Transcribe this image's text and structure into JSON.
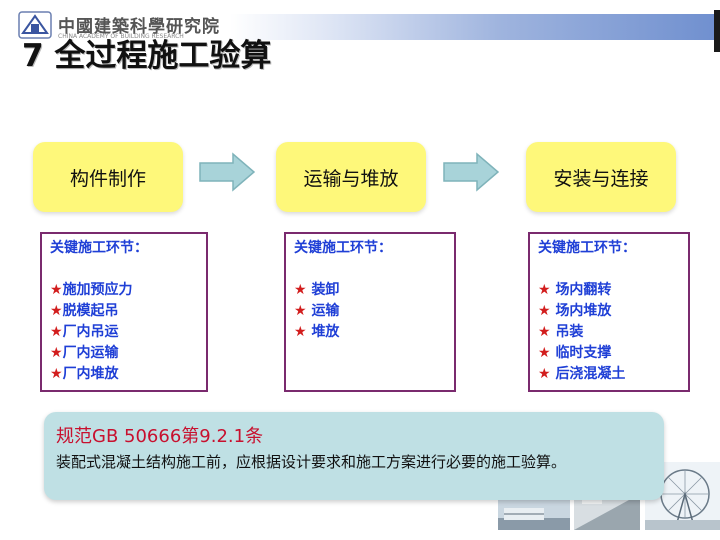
{
  "header": {
    "org_name": "中國建築科學研究院",
    "org_subtitle": "CHINA ACADEMY OF BUILDING RESEARCH"
  },
  "title": "7 全过程施工验算",
  "stages": [
    {
      "label": "构件制作",
      "detail_header": "关键施工环节：",
      "items": [
        "施加预应力",
        "脱模起吊",
        "厂内吊运",
        "厂内运输",
        "厂内堆放"
      ]
    },
    {
      "label": "运输与堆放",
      "detail_header": "关键施工环节：",
      "items": [
        "装卸",
        "运输",
        "堆放"
      ]
    },
    {
      "label": "安装与连接",
      "detail_header": "关键施工环节：",
      "items": [
        "场内翻转",
        "场内堆放",
        "吊装",
        "临时支撑",
        "后浇混凝土"
      ]
    }
  ],
  "note": {
    "title": "规范GB 50666第9.2.1条",
    "body": "装配式混凝土结构施工前，应根据设计要求和施工方案进行必要的施工验算。"
  },
  "colors": {
    "stage_fill": "#fef87a",
    "arrow_fill": "#a8d3d9",
    "detail_border": "#7a2a6e",
    "detail_text": "#1f3fd6",
    "star": "#d21d1d",
    "note_fill": "#bfe0e4",
    "note_title": "#c8102e"
  },
  "icons": {
    "star": "★",
    "logo": "cabr-logo-icon",
    "arrow": "right-arrow-icon"
  }
}
